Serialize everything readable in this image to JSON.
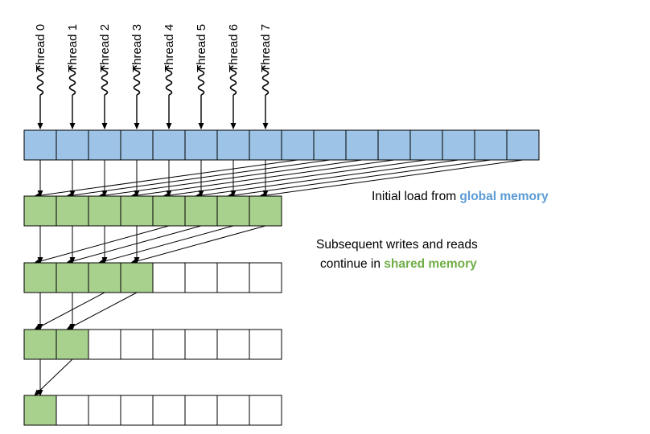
{
  "threads": [
    "Thread 0",
    "Thread 1",
    "Thread 2",
    "Thread 3",
    "Thread 4",
    "Thread 5",
    "Thread 6",
    "Thread 7"
  ],
  "captions": {
    "load_prefix": "Initial load from ",
    "load_highlight": "global memory",
    "shared_line1": "Subsequent writes and reads",
    "shared_line2_prefix": "continue in ",
    "shared_line2_highlight": "shared memory"
  },
  "colors": {
    "global_fill": "#9dc3e6",
    "shared_fill": "#a9d18e",
    "empty_fill": "#ffffff",
    "global_text": "#5b9bd5",
    "shared_text": "#70ad47",
    "stroke": "#000000"
  },
  "rows": [
    {
      "cells": 16,
      "filled": 16,
      "fill": "global"
    },
    {
      "cells": 8,
      "filled": 8,
      "fill": "shared"
    },
    {
      "cells": 8,
      "filled": 4,
      "fill": "shared"
    },
    {
      "cells": 8,
      "filled": 2,
      "fill": "shared"
    },
    {
      "cells": 8,
      "filled": 1,
      "fill": "shared"
    }
  ]
}
